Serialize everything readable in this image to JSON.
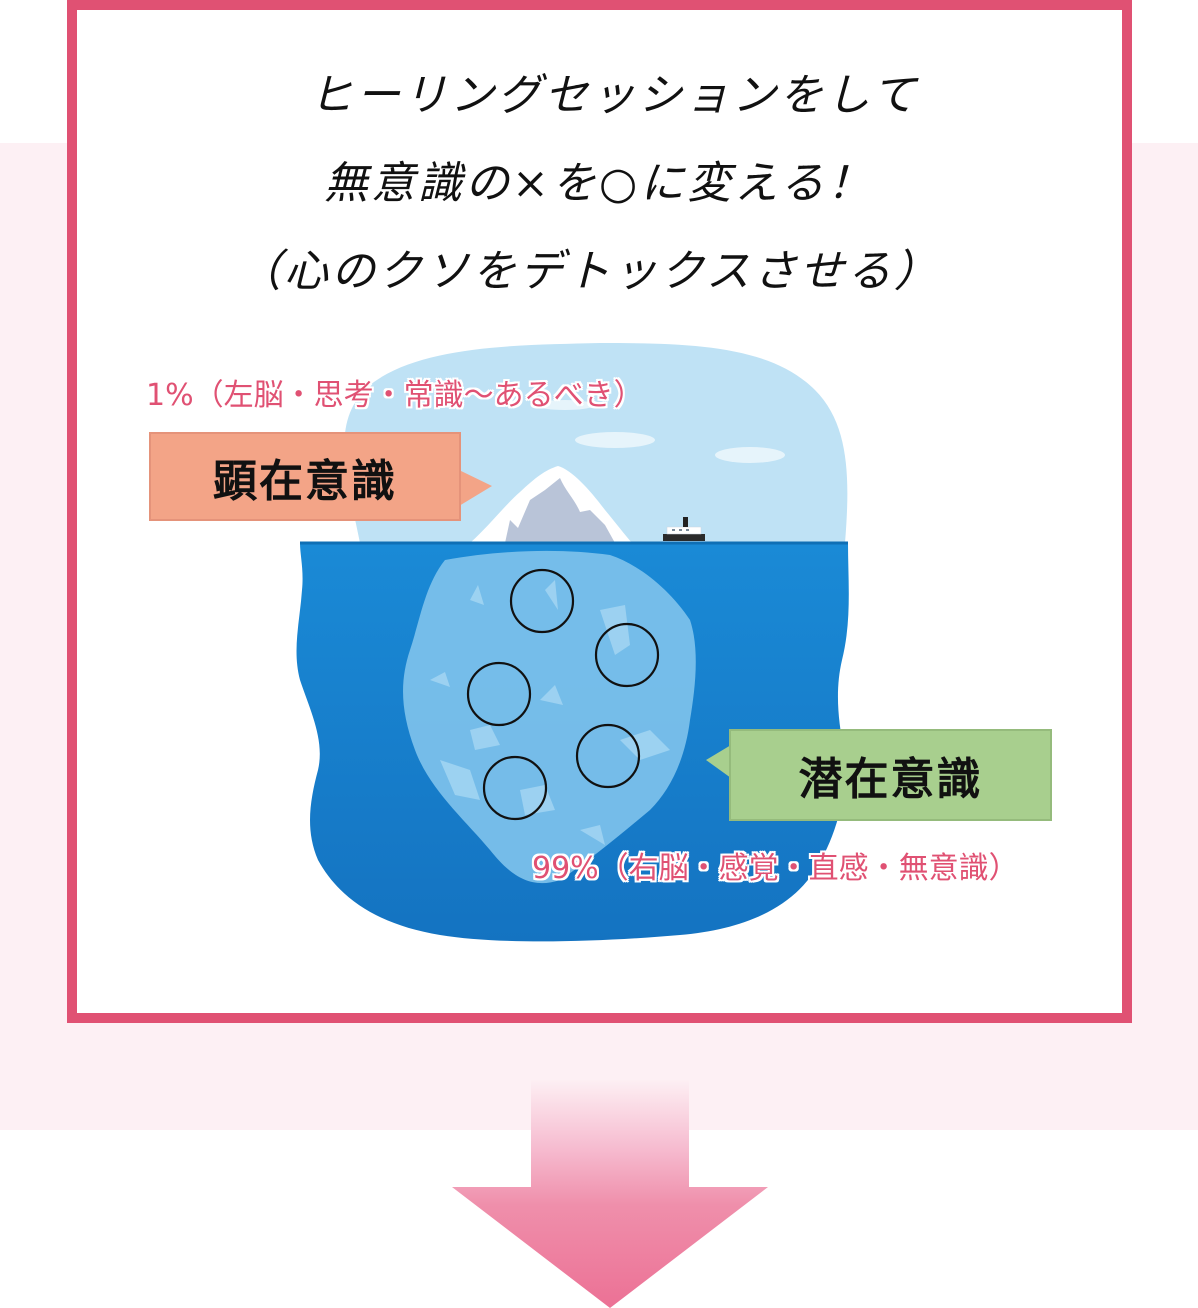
{
  "headline": {
    "line1": "ヒーリングセッションをして",
    "line2": "無意識の×を○に変える！",
    "line3": "（心のクソをデトックスさせる）"
  },
  "diagram": {
    "conscious": {
      "label": "顕在意識",
      "percent_text": "1%（左脳・思考・常識〜あるべき）"
    },
    "subconscious": {
      "label": "潜在意識",
      "percent_text": "99%（右脳・感覚・直感・無意識）"
    },
    "circle_count": 5
  },
  "colors": {
    "frame": "#e05173",
    "band": "#fdf0f4",
    "accent_text": "#e05173",
    "conscious_box": "#f3a487",
    "subconscious_box": "#a8cf8e",
    "sky": "#bfe2f5",
    "sea": "#1a86d2",
    "arrow_top": "#fbe3ec",
    "arrow_bottom": "#ec7195"
  },
  "arrow": {
    "icon": "down-arrow-icon"
  }
}
